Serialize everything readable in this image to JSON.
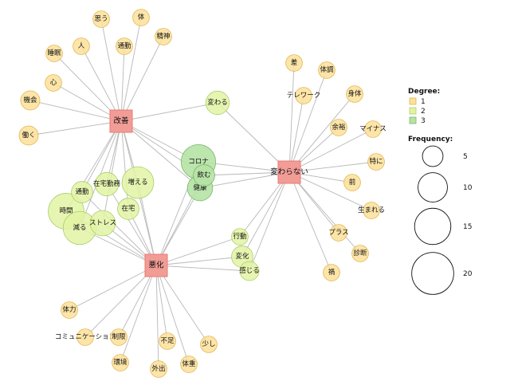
{
  "colors": {
    "degree1": "#fde09a",
    "degree1_stroke": "#e0b64e",
    "degree2": "#e3f3a4",
    "degree2_stroke": "#a9cf6a",
    "degree3": "#b6e2a5",
    "degree3_stroke": "#77b868",
    "hub": "#f29c96",
    "hub_stroke": "#e87a74",
    "edge": "#b8b8b8"
  },
  "hubs": [
    {
      "id": "kaizen",
      "label": "改善"
    },
    {
      "id": "akka",
      "label": "悪化"
    },
    {
      "id": "kawaranai",
      "label": "変わらない"
    }
  ],
  "nodes": [
    {
      "id": "omou",
      "label": "思う",
      "degree": 1,
      "freq": 3
    },
    {
      "id": "karada",
      "label": "体",
      "degree": 1,
      "freq": 3
    },
    {
      "id": "hito",
      "label": "人",
      "degree": 1,
      "freq": 3
    },
    {
      "id": "tsukin1",
      "label": "通勤",
      "degree": 1,
      "freq": 3
    },
    {
      "id": "seishin",
      "label": "精神",
      "degree": 1,
      "freq": 3
    },
    {
      "id": "suimin",
      "label": "睡眠",
      "degree": 1,
      "freq": 3
    },
    {
      "id": "kokoro",
      "label": "心",
      "degree": 1,
      "freq": 3
    },
    {
      "id": "kikai",
      "label": "機会",
      "degree": 1,
      "freq": 4
    },
    {
      "id": "hataraku",
      "label": "働く",
      "degree": 1,
      "freq": 4
    },
    {
      "id": "kawaru",
      "label": "変わる",
      "degree": 2,
      "freq": 6
    },
    {
      "id": "corona",
      "label": "コロナ",
      "degree": 3,
      "freq": 13
    },
    {
      "id": "nomu",
      "label": "飲む",
      "degree": 3,
      "freq": 5
    },
    {
      "id": "kenko",
      "label": "健康",
      "degree": 3,
      "freq": 7
    },
    {
      "id": "fueru",
      "label": "増える",
      "degree": 2,
      "freq": 11
    },
    {
      "id": "zaitakukinmu",
      "label": "在宅勤務",
      "degree": 2,
      "freq": 6
    },
    {
      "id": "tsukin2",
      "label": "通勤",
      "degree": 2,
      "freq": 5
    },
    {
      "id": "zaitaku",
      "label": "在宅",
      "degree": 2,
      "freq": 5
    },
    {
      "id": "jikan",
      "label": "時間",
      "degree": 2,
      "freq": 14
    },
    {
      "id": "herasu",
      "label": "減る",
      "degree": 2,
      "freq": 12
    },
    {
      "id": "stress",
      "label": "ストレス",
      "degree": 2,
      "freq": 7
    },
    {
      "id": "sa",
      "label": "差",
      "degree": 1,
      "freq": 3
    },
    {
      "id": "taicho",
      "label": "体調",
      "degree": 1,
      "freq": 3
    },
    {
      "id": "telework",
      "label": "テレワーク",
      "degree": 1,
      "freq": 3
    },
    {
      "id": "shintai",
      "label": "身体",
      "degree": 1,
      "freq": 3
    },
    {
      "id": "yoyu",
      "label": "余裕",
      "degree": 1,
      "freq": 3
    },
    {
      "id": "minus",
      "label": "マイナス",
      "degree": 1,
      "freq": 3
    },
    {
      "id": "tokuni",
      "label": "特に",
      "degree": 1,
      "freq": 3
    },
    {
      "id": "mae",
      "label": "前",
      "degree": 1,
      "freq": 3
    },
    {
      "id": "umareru",
      "label": "生まれる",
      "degree": 1,
      "freq": 3
    },
    {
      "id": "plus",
      "label": "プラス",
      "degree": 1,
      "freq": 3
    },
    {
      "id": "shindan",
      "label": "診断",
      "degree": 1,
      "freq": 3
    },
    {
      "id": "ka",
      "label": "禍",
      "degree": 1,
      "freq": 3
    },
    {
      "id": "kodo",
      "label": "行動",
      "degree": 2,
      "freq": 3
    },
    {
      "id": "henka",
      "label": "変化",
      "degree": 2,
      "freq": 5
    },
    {
      "id": "kanjiru",
      "label": "感じる",
      "degree": 2,
      "freq": 4
    },
    {
      "id": "tairyoku",
      "label": "体力",
      "degree": 1,
      "freq": 3
    },
    {
      "id": "communication",
      "label": "コミュニケーション",
      "degree": 1,
      "freq": 3
    },
    {
      "id": "seigen",
      "label": "制限",
      "degree": 1,
      "freq": 3
    },
    {
      "id": "fusoku",
      "label": "不足",
      "degree": 1,
      "freq": 3
    },
    {
      "id": "sukoshi",
      "label": "少し",
      "degree": 1,
      "freq": 3
    },
    {
      "id": "kankyo",
      "label": "環境",
      "degree": 1,
      "freq": 3
    },
    {
      "id": "gaishutsu",
      "label": "外出",
      "degree": 1,
      "freq": 3
    },
    {
      "id": "taiju",
      "label": "体重",
      "degree": 1,
      "freq": 3
    }
  ],
  "edges": [
    [
      "kaizen",
      "omou"
    ],
    [
      "kaizen",
      "karada"
    ],
    [
      "kaizen",
      "hito"
    ],
    [
      "kaizen",
      "tsukin1"
    ],
    [
      "kaizen",
      "seishin"
    ],
    [
      "kaizen",
      "suimin"
    ],
    [
      "kaizen",
      "kokoro"
    ],
    [
      "kaizen",
      "kikai"
    ],
    [
      "kaizen",
      "hataraku"
    ],
    [
      "kaizen",
      "kawaru"
    ],
    [
      "kaizen",
      "corona"
    ],
    [
      "kaizen",
      "nomu"
    ],
    [
      "kaizen",
      "kenko"
    ],
    [
      "kaizen",
      "fueru"
    ],
    [
      "kaizen",
      "zaitakukinmu"
    ],
    [
      "kaizen",
      "tsukin2"
    ],
    [
      "kaizen",
      "jikan"
    ],
    [
      "kaizen",
      "herasu"
    ],
    [
      "kaizen",
      "stress"
    ],
    [
      "kaizen",
      "zaitaku"
    ],
    [
      "kaizen",
      "akka"
    ],
    [
      "akka",
      "fueru"
    ],
    [
      "akka",
      "zaitakukinmu"
    ],
    [
      "akka",
      "tsukin2"
    ],
    [
      "akka",
      "zaitaku"
    ],
    [
      "akka",
      "jikan"
    ],
    [
      "akka",
      "herasu"
    ],
    [
      "akka",
      "stress"
    ],
    [
      "akka",
      "corona"
    ],
    [
      "akka",
      "kenko"
    ],
    [
      "akka",
      "nomu"
    ],
    [
      "akka",
      "kodo"
    ],
    [
      "akka",
      "henka"
    ],
    [
      "akka",
      "kanjiru"
    ],
    [
      "akka",
      "tairyoku"
    ],
    [
      "akka",
      "communication"
    ],
    [
      "akka",
      "seigen"
    ],
    [
      "akka",
      "fusoku"
    ],
    [
      "akka",
      "sukoshi"
    ],
    [
      "akka",
      "kankyo"
    ],
    [
      "akka",
      "gaishutsu"
    ],
    [
      "akka",
      "taiju"
    ],
    [
      "kawaranai",
      "corona"
    ],
    [
      "kawaranai",
      "nomu"
    ],
    [
      "kawaranai",
      "kenko"
    ],
    [
      "kawaranai",
      "kawaru"
    ],
    [
      "kawaranai",
      "sa"
    ],
    [
      "kawaranai",
      "taicho"
    ],
    [
      "kawaranai",
      "telework"
    ],
    [
      "kawaranai",
      "shintai"
    ],
    [
      "kawaranai",
      "yoyu"
    ],
    [
      "kawaranai",
      "minus"
    ],
    [
      "kawaranai",
      "tokuni"
    ],
    [
      "kawaranai",
      "mae"
    ],
    [
      "kawaranai",
      "umareru"
    ],
    [
      "kawaranai",
      "plus"
    ],
    [
      "kawaranai",
      "shindan"
    ],
    [
      "kawaranai",
      "ka"
    ],
    [
      "kawaranai",
      "kodo"
    ],
    [
      "kawaranai",
      "henka"
    ],
    [
      "kawaranai",
      "kanjiru"
    ]
  ],
  "legend": {
    "degree_title": "Degree:",
    "degree_items": [
      {
        "label": "1",
        "degree": 1
      },
      {
        "label": "2",
        "degree": 2
      },
      {
        "label": "3",
        "degree": 3
      }
    ],
    "frequency_title": "Frequency:",
    "frequency_items": [
      {
        "label": "5",
        "freq": 5
      },
      {
        "label": "10",
        "freq": 10
      },
      {
        "label": "15",
        "freq": 15
      },
      {
        "label": "20",
        "freq": 20
      }
    ]
  }
}
